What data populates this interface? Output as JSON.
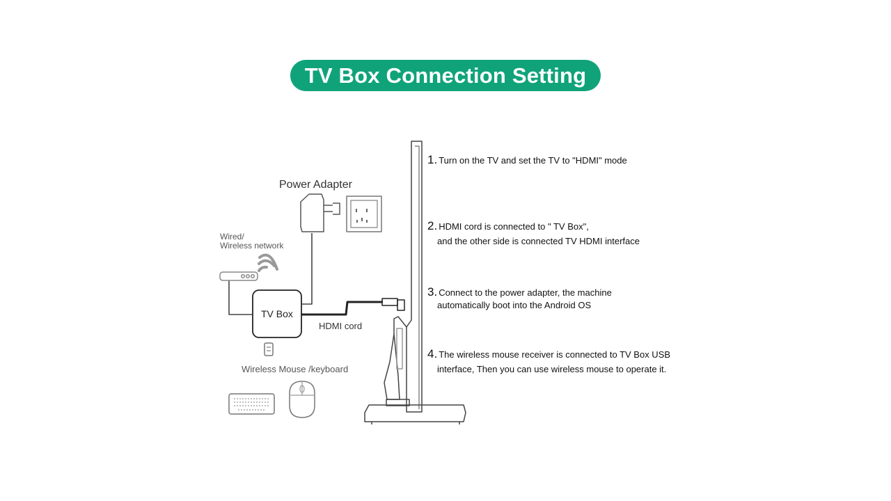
{
  "title": "TV Box Connection Setting",
  "accent_color": "#10a37a",
  "labels": {
    "power_adapter": "Power Adapter",
    "network_line1": "Wired/",
    "network_line2": "Wireless network",
    "tv_box": "TV Box",
    "hdmi_cord": "HDMI cord",
    "wireless_mouse_keyboard": "Wireless Mouse /keyboard"
  },
  "steps": [
    {
      "number": "1.",
      "line1": "Turn on the TV and set the TV to \"HDMI\" mode",
      "line2": ""
    },
    {
      "number": "2.",
      "line1": "HDMI cord is connected to \" TV Box\",",
      "line2": "and the other side is connected TV HDMI interface"
    },
    {
      "number": "3.",
      "line1": "Connect to the power adapter, the machine",
      "line2": "automatically boot into the Android OS"
    },
    {
      "number": "4.",
      "line1": "The wireless mouse receiver is connected to TV  Box USB",
      "line2": "interface, Then you can use wireless mouse to operate it."
    }
  ],
  "icons": [
    "router-icon",
    "wifi-icon",
    "power-adapter-icon",
    "wall-socket-icon",
    "usb-receiver-icon",
    "keyboard-icon",
    "mouse-icon",
    "tv-side-view-icon",
    "tv-box-icon"
  ]
}
